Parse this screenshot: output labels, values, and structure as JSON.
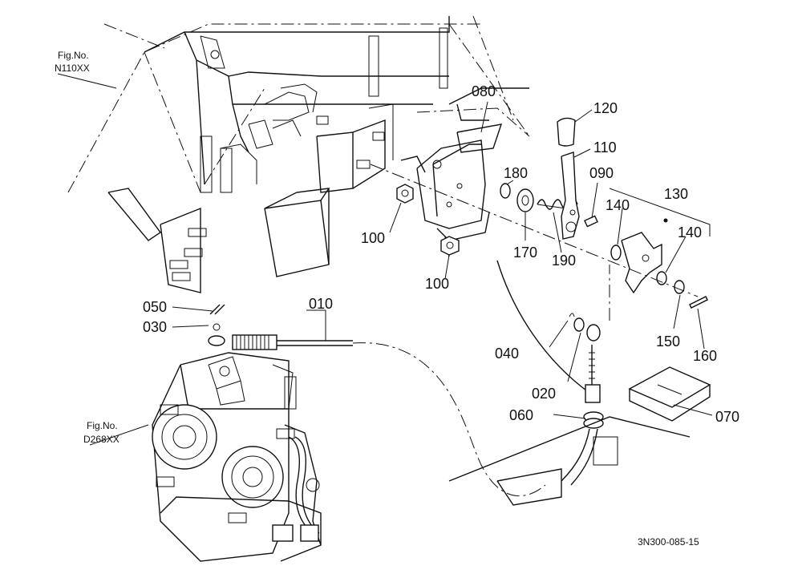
{
  "figure_refs": {
    "top_left": {
      "line1": "Fig.No.",
      "line2": "N110XX"
    },
    "left": {
      "line1": "Fig.No.",
      "line2": "D268XX"
    }
  },
  "callouts": [
    {
      "id": "010",
      "text": "010"
    },
    {
      "id": "020",
      "text": "020"
    },
    {
      "id": "030",
      "text": "030"
    },
    {
      "id": "040",
      "text": "040"
    },
    {
      "id": "050",
      "text": "050"
    },
    {
      "id": "060",
      "text": "060"
    },
    {
      "id": "070",
      "text": "070"
    },
    {
      "id": "080",
      "text": "080"
    },
    {
      "id": "090",
      "text": "090"
    },
    {
      "id": "100a",
      "text": "100"
    },
    {
      "id": "100b",
      "text": "100"
    },
    {
      "id": "110",
      "text": "110"
    },
    {
      "id": "120",
      "text": "120"
    },
    {
      "id": "130",
      "text": "130"
    },
    {
      "id": "140a",
      "text": "140"
    },
    {
      "id": "140b",
      "text": "140"
    },
    {
      "id": "150",
      "text": "150"
    },
    {
      "id": "160",
      "text": "160"
    },
    {
      "id": "170",
      "text": "170"
    },
    {
      "id": "180",
      "text": "180"
    },
    {
      "id": "190",
      "text": "190"
    }
  ],
  "drawing_code": "3N300-085-15"
}
